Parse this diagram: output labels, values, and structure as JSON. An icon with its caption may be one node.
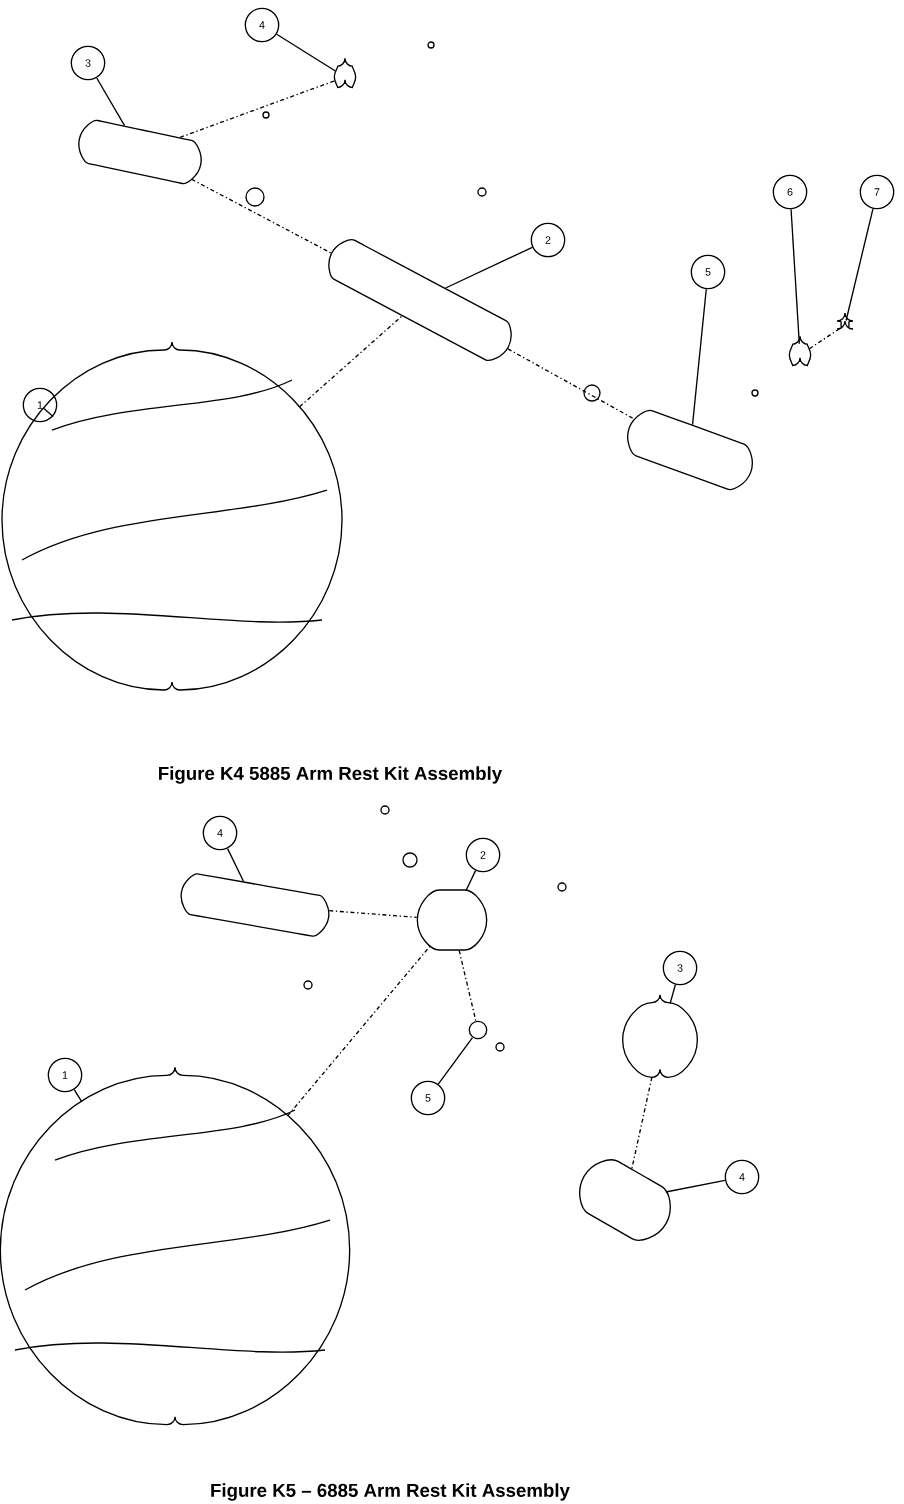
{
  "diagram": {
    "nodes": [
      {
        "text": [
          "1"
        ]
      },
      {
        "text": [],
        "shape": "picture"
      },
      {
        "text": [
          "2"
        ]
      },
      {
        "text": [],
        "shape": "picture"
      },
      {
        "text": [
          "3"
        ]
      },
      {
        "text": [],
        "shape": "picture"
      },
      {
        "text": [
          "4"
        ]
      },
      {
        "text": [],
        "shape": "picture"
      },
      {
        "text": [
          "5"
        ]
      },
      {
        "text": [],
        "shape": "picture"
      },
      {
        "text": [
          "6"
        ]
      },
      {
        "text": [],
        "shape": "picture"
      },
      {
        "text": [
          "7"
        ]
      },
      {
        "text": [],
        "shape": "picture"
      },
      {
        "text": [
          "4"
        ]
      },
      {
        "text": [],
        "shape": "picture"
      },
      {
        "text": [
          "2"
        ]
      },
      {
        "text": [],
        "shape": "picture"
      },
      {
        "text": [
          "1"
        ]
      },
      {
        "text": [],
        "shape": "picture"
      },
      {
        "text": [
          "5"
        ]
      },
      {
        "text": [],
        "shape": "circle"
      },
      {
        "text": [
          "3"
        ]
      },
      {
        "text": [],
        "shape": "picture"
      },
      {
        "text": [
          "4"
        ]
      },
      {
        "text": [],
        "shape": "picture"
      }
    ],
    "edges": [
      {
        "from": 0,
        "to": 1,
        "arrow": "none"
      },
      {
        "from": 2,
        "to": 3,
        "arrow": "none"
      },
      {
        "from": 4,
        "to": 5,
        "arrow": "none"
      },
      {
        "from": 6,
        "to": 7,
        "arrow": "none"
      },
      {
        "from": 8,
        "to": 9,
        "arrow": "none"
      },
      {
        "from": 10,
        "to": 11,
        "arrow": "none"
      },
      {
        "from": 12,
        "to": 13,
        "arrow": "none"
      },
      {
        "from": 14,
        "to": 15,
        "arrow": "none"
      },
      {
        "from": 16,
        "to": 17,
        "arrow": "none"
      },
      {
        "from": 18,
        "to": 19,
        "arrow": "none"
      },
      {
        "from": 20,
        "to": 21,
        "arrow": "none"
      },
      {
        "from": 22,
        "to": 23,
        "arrow": "none"
      },
      {
        "from": 24,
        "to": 25,
        "arrow": "none"
      },
      {
        "from": 5,
        "to": 3,
        "arrow": "none",
        "style": "dashed"
      },
      {
        "from": 3,
        "to": 9,
        "arrow": "none",
        "style": "dashed"
      },
      {
        "from": 1,
        "to": 3,
        "arrow": "none",
        "style": "dashed"
      },
      {
        "from": 5,
        "to": 7,
        "arrow": "none",
        "style": "dashed"
      },
      {
        "from": 11,
        "to": 13,
        "arrow": "none",
        "style": "dashed"
      },
      {
        "from": 15,
        "to": 17,
        "arrow": "none",
        "style": "dashed"
      },
      {
        "from": 19,
        "to": 17,
        "arrow": "none",
        "style": "dashed"
      },
      {
        "from": 17,
        "to": 21,
        "arrow": "none",
        "style": "dashed"
      },
      {
        "from": 23,
        "to": 25,
        "arrow": "none",
        "style": "dashed"
      }
    ],
    "labels": [
      "Figure K4  5885 Arm Rest Kit Assembly",
      "Figure K5 – 6885 Arm Rest Kit Assembly"
    ]
  }
}
